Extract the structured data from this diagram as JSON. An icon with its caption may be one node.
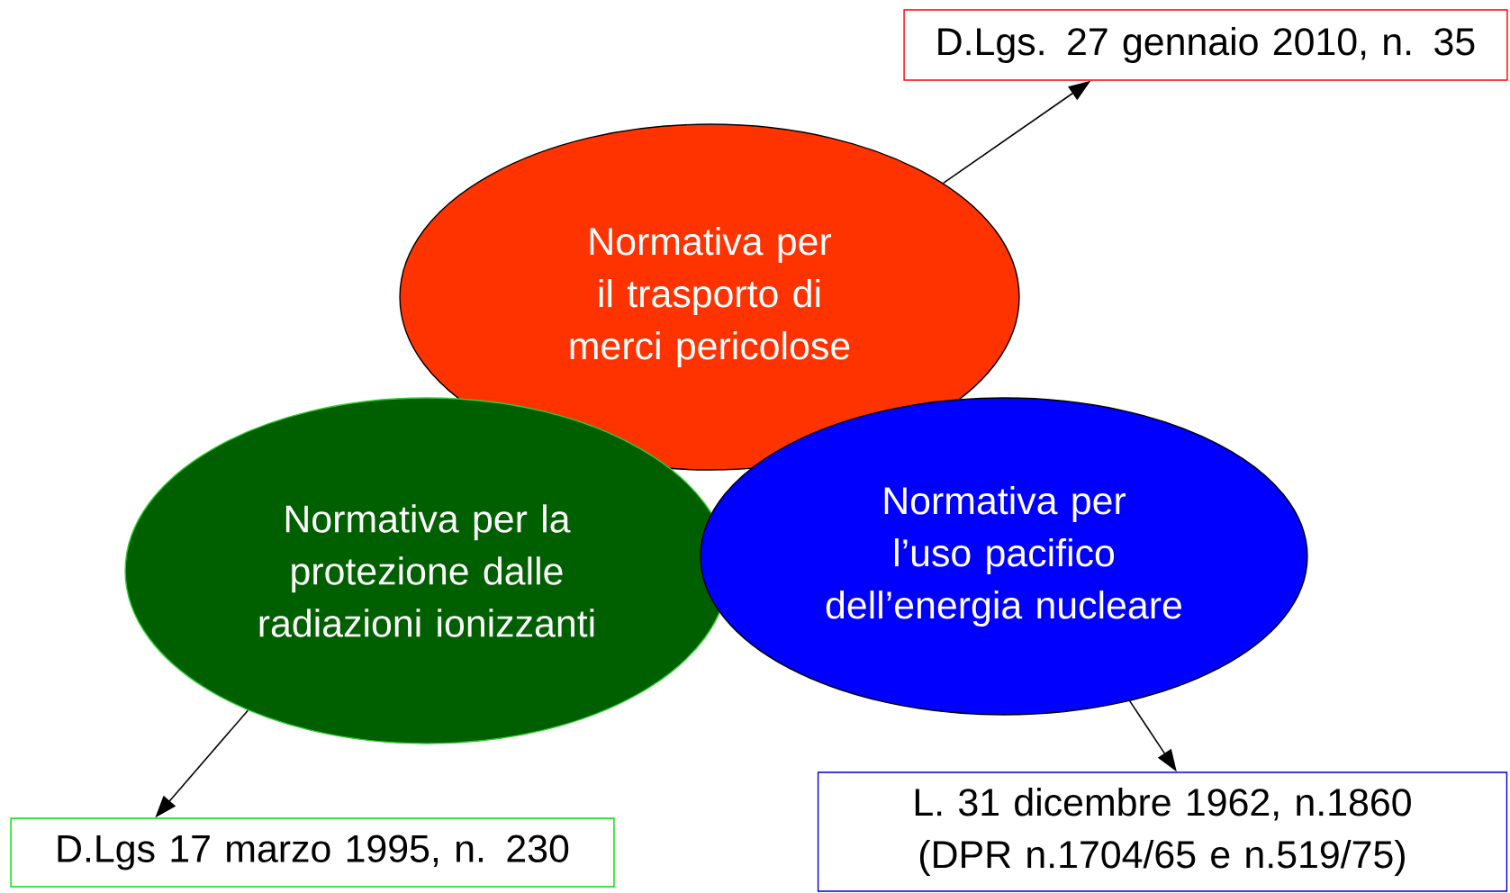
{
  "diagram": {
    "nodes": [
      {
        "text": [
          "D.Lgs. 27 gennaio 2010, n. 35"
        ]
      },
      {
        "text": [
          "Normativa per il trasporto di merci pericolose"
        ]
      },
      {
        "text": [
          "Normativa per la protezione dalle radiazioni ionizzanti"
        ]
      },
      {
        "text": [
          "Normativa per l’uso pacifico dell’energia nucleare"
        ]
      },
      {
        "text": [
          "D.Lgs 17 marzo 1995, n. 230"
        ]
      },
      {
        "text": [
          "L. 31 dicembre 1962, n.1860 (DPR n.1704/65 e n.519/75)"
        ]
      }
    ],
    "edges": [
      {
        "from": 1,
        "to": 0,
        "arrow": "to"
      },
      {
        "from": 2,
        "to": 4,
        "arrow": "to"
      },
      {
        "from": 3,
        "to": 5,
        "arrow": "to"
      }
    ]
  }
}
